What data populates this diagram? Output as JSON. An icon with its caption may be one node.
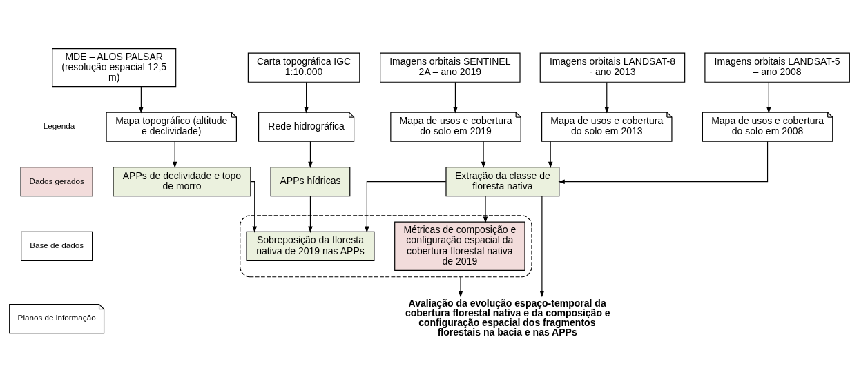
{
  "diagram": {
    "nodes": [
      {
        "text": [
          "MDE – ALOS PALSAR (resolução espacial 12,5 m)"
        ]
      },
      {
        "text": [
          "Carta topográfica IGC 1:10.000"
        ]
      },
      {
        "text": [
          "Imagens orbitais SENTINEL 2A – ano 2019"
        ]
      },
      {
        "text": [
          "Imagens orbitais LANDSAT-8 - ano 2013"
        ]
      },
      {
        "text": [
          "Imagens orbitais LANDSAT-5 – ano 2008"
        ]
      },
      {
        "text": [
          "Mapa topográfico (altitude e declividade)"
        ]
      },
      {
        "text": [
          "Rede hidrográfica"
        ]
      },
      {
        "text": [
          "Mapa de usos e cobertura do solo em 2019"
        ]
      },
      {
        "text": [
          "Mapa de usos e cobertura do solo em 2013"
        ]
      },
      {
        "text": [
          "Mapa de usos e cobertura do solo em 2008"
        ]
      },
      {
        "text": [
          "APPs de declividade e topo de morro"
        ]
      },
      {
        "text": [
          "APPs hídricas"
        ]
      },
      {
        "text": [
          "Extração da classe de floresta nativa"
        ]
      },
      {
        "text": [],
        "shape": "box"
      },
      {
        "text": [
          "Sobreposição da floresta nativa de 2019 nas APPs"
        ],
        "in": 13
      },
      {
        "text": [
          "Métricas de composição e configuração espacial da cobertura florestal nativa de 2019"
        ],
        "in": 13
      },
      {
        "text": [
          "Avaliação da evolução espaço-temporal da cobertura florestal nativa e da composição e configuração espacial dos fragmentos florestais na bacia e nas APPs"
        ]
      }
    ],
    "edges": [
      {
        "from": 0,
        "to": 5,
        "arrow": "to"
      },
      {
        "from": 1,
        "to": 6,
        "arrow": "to"
      },
      {
        "from": 2,
        "to": 7,
        "arrow": "to"
      },
      {
        "from": 3,
        "to": 8,
        "arrow": "to"
      },
      {
        "from": 4,
        "to": 9,
        "arrow": "to"
      },
      {
        "from": 5,
        "to": 10,
        "arrow": "to"
      },
      {
        "from": 6,
        "to": 11,
        "arrow": "to"
      },
      {
        "from": 7,
        "to": 12,
        "arrow": "to"
      },
      {
        "from": 8,
        "to": 12,
        "arrow": "to"
      },
      {
        "from": 9,
        "to": 12,
        "arrow": "to"
      },
      {
        "from": 10,
        "to": 14,
        "arrow": "to"
      },
      {
        "from": 11,
        "to": 14,
        "arrow": "to"
      },
      {
        "from": 12,
        "to": 14,
        "arrow": "to"
      },
      {
        "from": 12,
        "to": 15,
        "arrow": "to"
      },
      {
        "from": 13,
        "to": 16,
        "arrow": "to"
      },
      {
        "from": 12,
        "to": 16,
        "arrow": "to"
      }
    ],
    "labels": [
      "Legenda"
    ],
    "legend": [
      {
        "text": "Dados gerados",
        "color": "#f2dcdb"
      },
      {
        "text": "Base de dados"
      },
      {
        "text": "Planos de informação"
      }
    ]
  }
}
